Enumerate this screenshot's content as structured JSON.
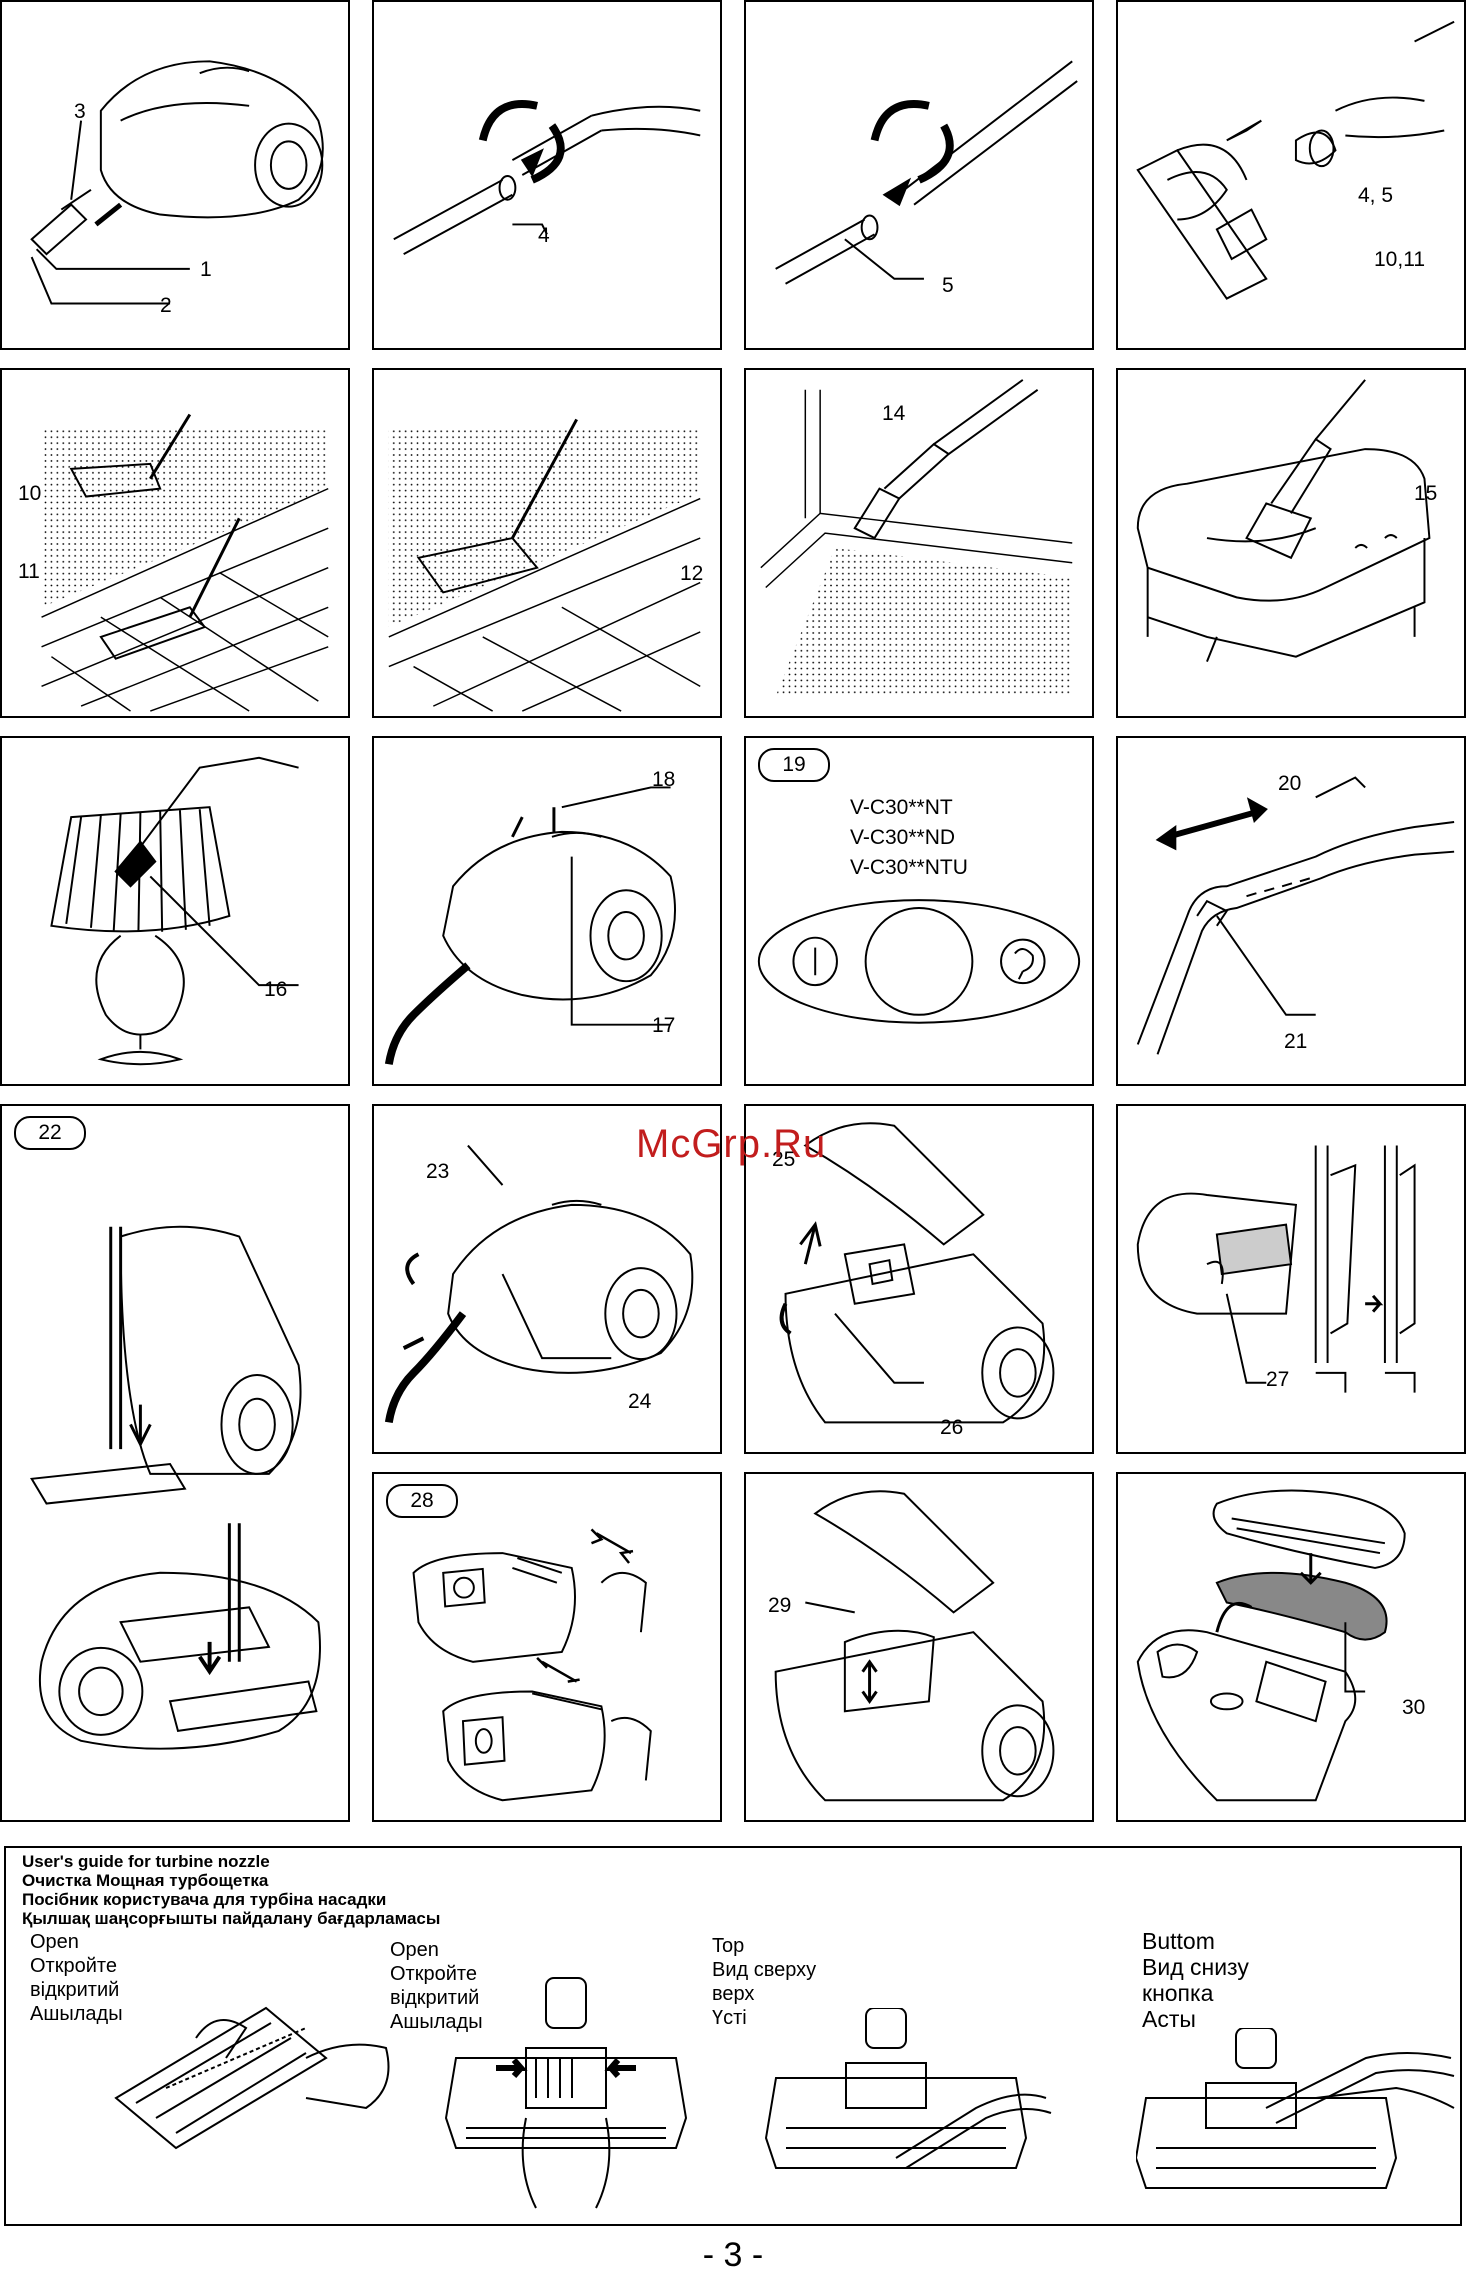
{
  "watermark": "McGrp.Ru",
  "panels": [
    {
      "id": "p1",
      "callouts": [
        "3",
        "1",
        "2"
      ]
    },
    {
      "id": "p2",
      "callouts": [
        "4"
      ]
    },
    {
      "id": "p3",
      "callouts": [
        "5"
      ]
    },
    {
      "id": "p4",
      "callouts": [
        "4, 5",
        "10,11"
      ]
    },
    {
      "id": "p5",
      "callouts": [
        "10",
        "11"
      ]
    },
    {
      "id": "p6",
      "callouts": [
        "12"
      ]
    },
    {
      "id": "p7",
      "callouts": [
        "14"
      ]
    },
    {
      "id": "p8",
      "callouts": [
        "15"
      ]
    },
    {
      "id": "p9",
      "callouts": [
        "16"
      ]
    },
    {
      "id": "p10",
      "callouts": [
        "18",
        "17"
      ]
    },
    {
      "id": "p11",
      "badge": "19",
      "models": [
        "V-C30**NT",
        "V-C30**ND",
        "V-C30**NTU"
      ]
    },
    {
      "id": "p12",
      "callouts": [
        "20",
        "21"
      ]
    },
    {
      "id": "p13",
      "badge": "22"
    },
    {
      "id": "p14",
      "callouts": [
        "23",
        "24"
      ]
    },
    {
      "id": "p15",
      "callouts": [
        "25",
        "26"
      ]
    },
    {
      "id": "p16",
      "callouts": [
        "27"
      ]
    },
    {
      "id": "p17",
      "badge": "28"
    },
    {
      "id": "p18",
      "callouts": [
        "29"
      ]
    },
    {
      "id": "p19",
      "callouts": [
        "30"
      ]
    }
  ],
  "guide": {
    "titles": [
      "User's guide for turbine nozzle",
      "Очистка Мощная турбощетка",
      "Посібник користувача для турбіна насадки",
      "Қылшақ шаңсорғышты пайдалану бағдарламасы"
    ],
    "steps": [
      {
        "lines": [
          "Open",
          "Откройте",
          "відкритий",
          "Ашылады"
        ]
      },
      {
        "lines": [
          "Open",
          "Откройте",
          "відкритий",
          "Ашылады"
        ]
      },
      {
        "lines": [
          "Top",
          "Вид сверху",
          "верх",
          "Үсті"
        ]
      },
      {
        "lines": [
          "Buttom",
          "Вид снизу",
          "кнопка",
          "Асты"
        ]
      }
    ]
  },
  "page_number": "- 3 -"
}
